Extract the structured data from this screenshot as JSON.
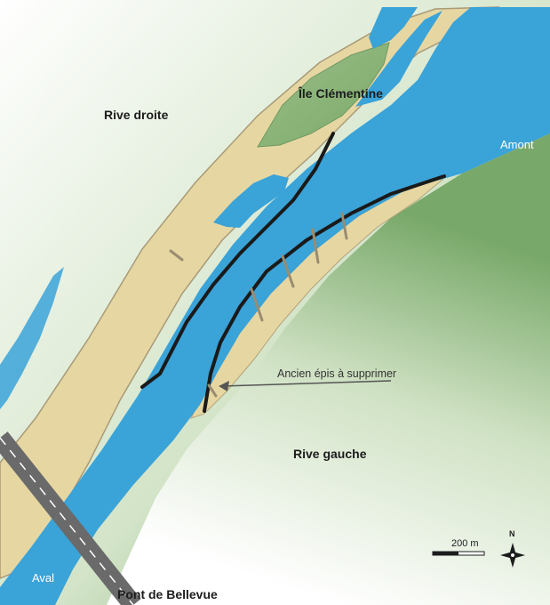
{
  "labels": {
    "rive_droite": "Rive droite",
    "ile": "Île Clémentine",
    "amont": "Amont",
    "rive_gauche": "Rive gauche",
    "aval": "Aval",
    "pont": "Pont de Bellevue",
    "annotation": "Ancien épis à supprimer"
  },
  "scale_bar": {
    "label": "200 m"
  },
  "north_arrow": {
    "label": "N"
  },
  "colors": {
    "water": "#3aa3d8",
    "sand": "#e8d9a6",
    "bank_green": "#78a868",
    "island_green": "#8bb377",
    "dike": "#1a1a1a",
    "road": "#5a5a5a"
  }
}
